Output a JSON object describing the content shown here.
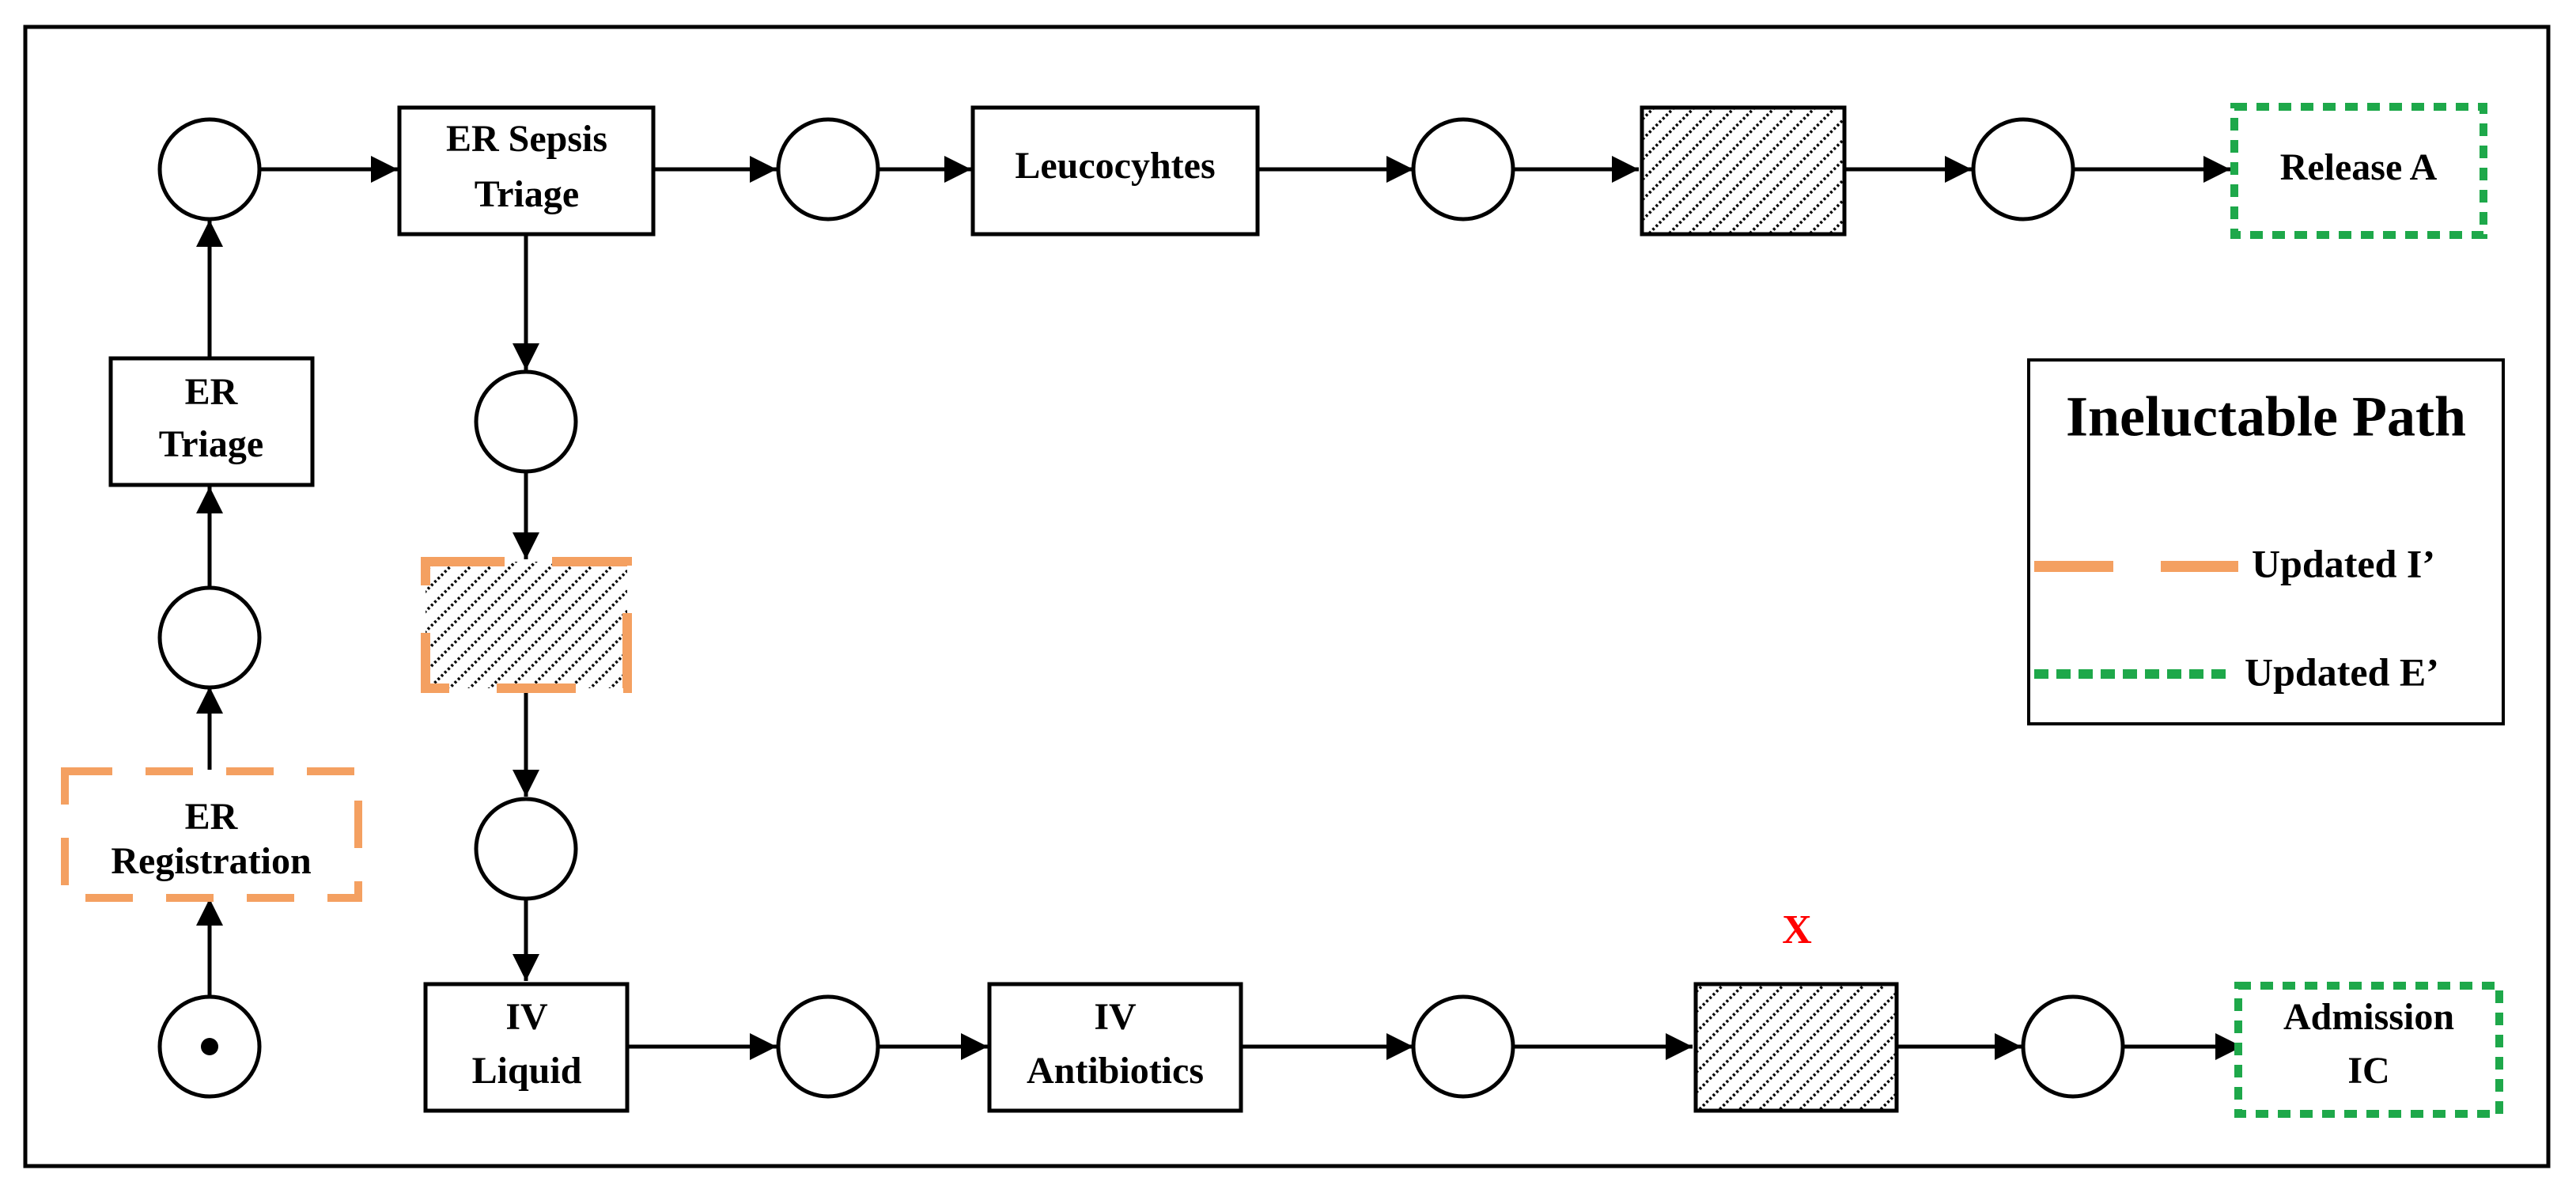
{
  "colors": {
    "stroke": "#000000",
    "updated_initial": "#f4a061",
    "updated_end": "#1ea84a",
    "marker": "#ff0000",
    "background": "#ffffff"
  },
  "transitions": {
    "er_registration": {
      "line1": "ER",
      "line2": "Registration"
    },
    "er_triage": {
      "line1": "ER",
      "line2": "Triage"
    },
    "er_sepsis_triage": {
      "line1": "ER Sepsis",
      "line2": "Triage"
    },
    "leucocyhtes": {
      "label": "Leucocyhtes"
    },
    "release_a": {
      "label": "Release A"
    },
    "iv_liquid": {
      "line1": "IV",
      "line2": "Liquid"
    },
    "iv_antibiotics": {
      "line1": "IV",
      "line2": "Antibiotics"
    },
    "admission_ic": {
      "line1": "Admission",
      "line2": "IC"
    }
  },
  "silent_marker": {
    "label": "X"
  },
  "legend": {
    "title": "Ineluctable Path",
    "items": [
      {
        "label": "Updated I’",
        "style": "long-dash",
        "color_key": "updated_initial"
      },
      {
        "label": "Updated E’",
        "style": "short-dash",
        "color_key": "updated_end"
      }
    ]
  }
}
